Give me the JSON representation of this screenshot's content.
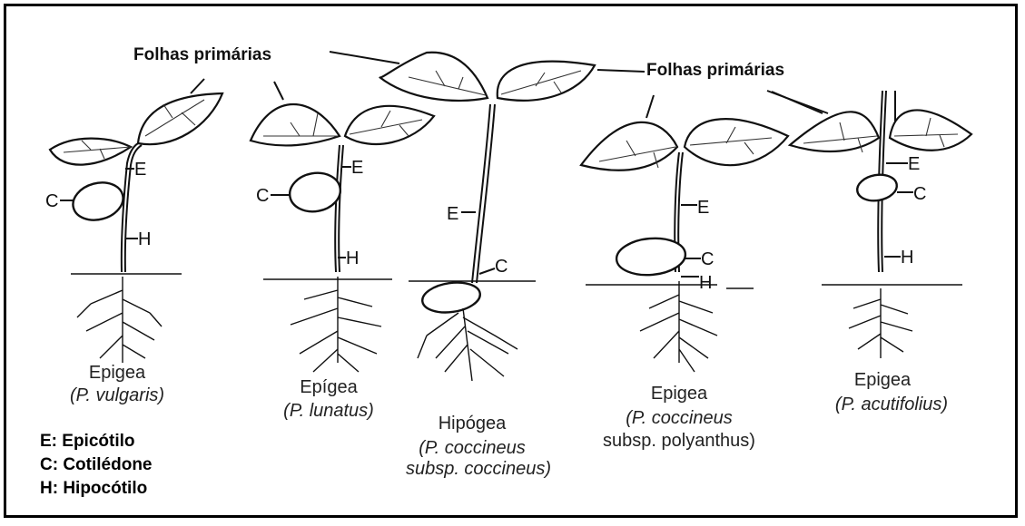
{
  "primary_leaves_left": "Folhas primárias",
  "primary_leaves_right": "Folhas primárias",
  "plants": [
    {
      "type": "Epigea",
      "species": "(P. vulgaris)",
      "species_line2": "",
      "E": "E",
      "C": "C",
      "H": "H"
    },
    {
      "type": "Epígea",
      "species": "(P. lunatus)",
      "species_line2": "",
      "E": "E",
      "C": "C",
      "H": "H"
    },
    {
      "type": "Hipógea",
      "species": "(P. coccineus",
      "species_line2": "subsp. coccineus)",
      "E": "E",
      "C": "C",
      "H": ""
    },
    {
      "type": "Epigea",
      "species": "(P. coccineus",
      "species_line2": "subsp. polyanthus)",
      "E": "E",
      "C": "C",
      "H": "H"
    },
    {
      "type": "Epigea",
      "species": "(P. acutifolius)",
      "species_line2": "",
      "E": "E",
      "C": "C",
      "H": "H"
    }
  ],
  "legend": [
    "E: Epicótilo",
    "C: Cotilédone",
    "H: Hipocótilo"
  ]
}
